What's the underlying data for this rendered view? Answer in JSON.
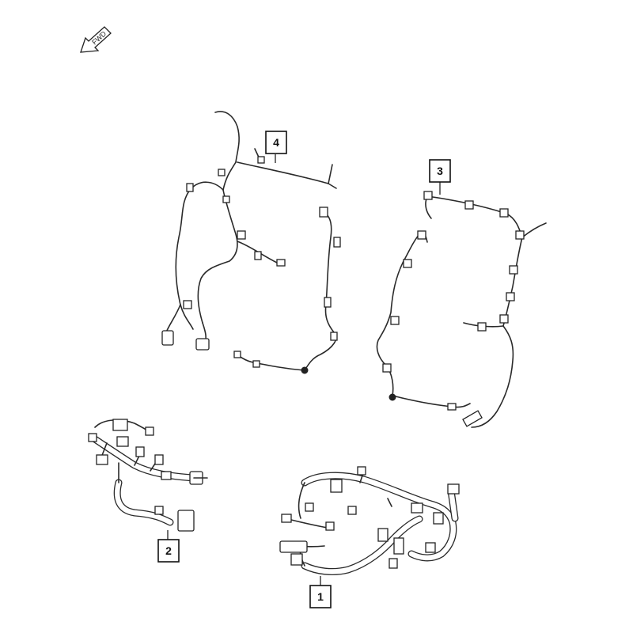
{
  "direction_indicator": {
    "label": "FWD",
    "icon": "forward-arrow-icon"
  },
  "callouts": [
    {
      "id": "1",
      "label": "1"
    },
    {
      "id": "2",
      "label": "2"
    },
    {
      "id": "3",
      "label": "3"
    },
    {
      "id": "4",
      "label": "4"
    }
  ],
  "colors": {
    "line": "#2a2a2a",
    "background": "#ffffff"
  }
}
